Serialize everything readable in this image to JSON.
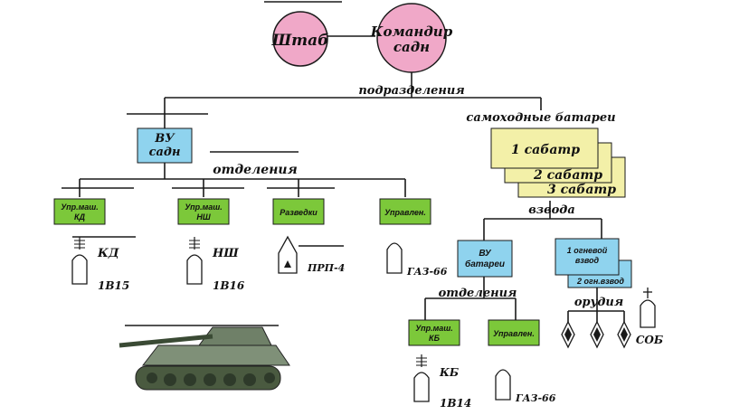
{
  "colors": {
    "pink": "#f0a8c8",
    "blue": "#8fd3ee",
    "yellow": "#f3f0a8",
    "green": "#7cc83a",
    "line": "#1a1a1a"
  },
  "top": {
    "hq": "Штаб",
    "commander": "Командир садн"
  },
  "subdivisions_label": "подразделения",
  "vu_sadn": "ВУ садн",
  "departments_label_left": "отделения",
  "left_departments": [
    {
      "label": "Упр.маш. КД"
    },
    {
      "label": "Упр.маш. НШ"
    },
    {
      "label": "Разведки"
    },
    {
      "label": "Управлен."
    }
  ],
  "left_vehicles": [
    {
      "name": "КД",
      "code": "1В15"
    },
    {
      "name": "НШ",
      "code": "1В16"
    },
    {
      "name": "ПРП-4",
      "code": ""
    },
    {
      "name": "ГАЗ-66",
      "code": ""
    }
  ],
  "batteries_label": "самоходные батареи",
  "batteries": [
    "1 сабатр",
    "2 сабатр",
    "3 сабатр"
  ],
  "platoons_label": "взвода",
  "vu_battery": "ВУ батареи",
  "fire_platoons": [
    "1 огневой взвод",
    "2 огн.взвод"
  ],
  "departments_label_right": "отделения",
  "guns_label": "орудия",
  "right_departments": [
    {
      "label": "Упр.маш. КБ"
    },
    {
      "label": "Управлен."
    }
  ],
  "right_vehicles": [
    {
      "name": "КБ",
      "code": "1В14"
    },
    {
      "name": "ГАЗ-66",
      "code": ""
    }
  ],
  "sob_label": "СОБ"
}
